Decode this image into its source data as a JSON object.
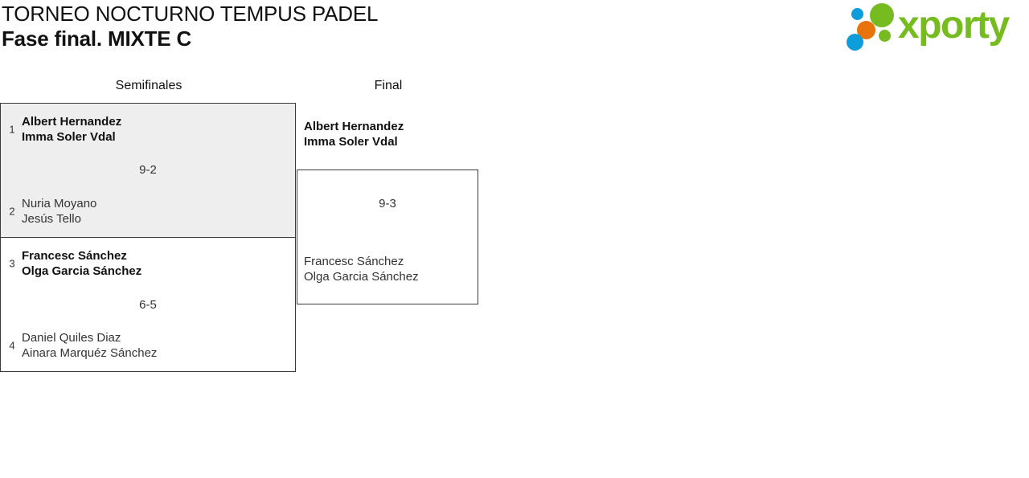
{
  "header": {
    "tournament_title": "TORNEO NOCTURNO TEMPUS PADEL",
    "phase_title": "Fase final. MIXTE C",
    "logo": {
      "wordmark": "xporty",
      "dot_blue_small": "logo-dot-blue-small",
      "dot_green_large": "logo-dot-green-large",
      "dot_orange": "logo-dot-orange",
      "dot_green_small": "logo-dot-green-small",
      "dot_blue_large": "logo-dot-blue-large"
    }
  },
  "colors": {
    "logo_green": "#76bc21",
    "logo_blue": "#0d9ddb",
    "logo_orange": "#e8720c",
    "box_border": "#3a3a3a",
    "box_fill_highlight": "#eeeeee",
    "box_fill_plain": "#ffffff",
    "text_primary": "#111111",
    "text_secondary": "#333333"
  },
  "bracket": {
    "rounds": [
      {
        "name": "Semifinales"
      },
      {
        "name": "Final"
      }
    ],
    "semifinals": [
      {
        "score": "9-2",
        "top": {
          "seed": "1",
          "player1": "Albert Hernandez",
          "player2": "Imma Soler Vdal",
          "winner": true
        },
        "bottom": {
          "seed": "2",
          "player1": "Nuria Moyano",
          "player2": "Jesús Tello",
          "winner": false
        }
      },
      {
        "score": "6-5",
        "top": {
          "seed": "3",
          "player1": "Francesc Sánchez",
          "player2": "Olga Garcia Sánchez",
          "winner": true
        },
        "bottom": {
          "seed": "4",
          "player1": "Daniel Quiles Diaz",
          "player2": "Ainara Marquéz Sánchez",
          "winner": false
        }
      }
    ],
    "final": {
      "score": "9-3",
      "top": {
        "player1": "Albert Hernandez",
        "player2": "Imma Soler Vdal",
        "winner": true
      },
      "bottom": {
        "player1": "Francesc Sánchez",
        "player2": "Olga Garcia Sánchez",
        "winner": false
      }
    }
  }
}
